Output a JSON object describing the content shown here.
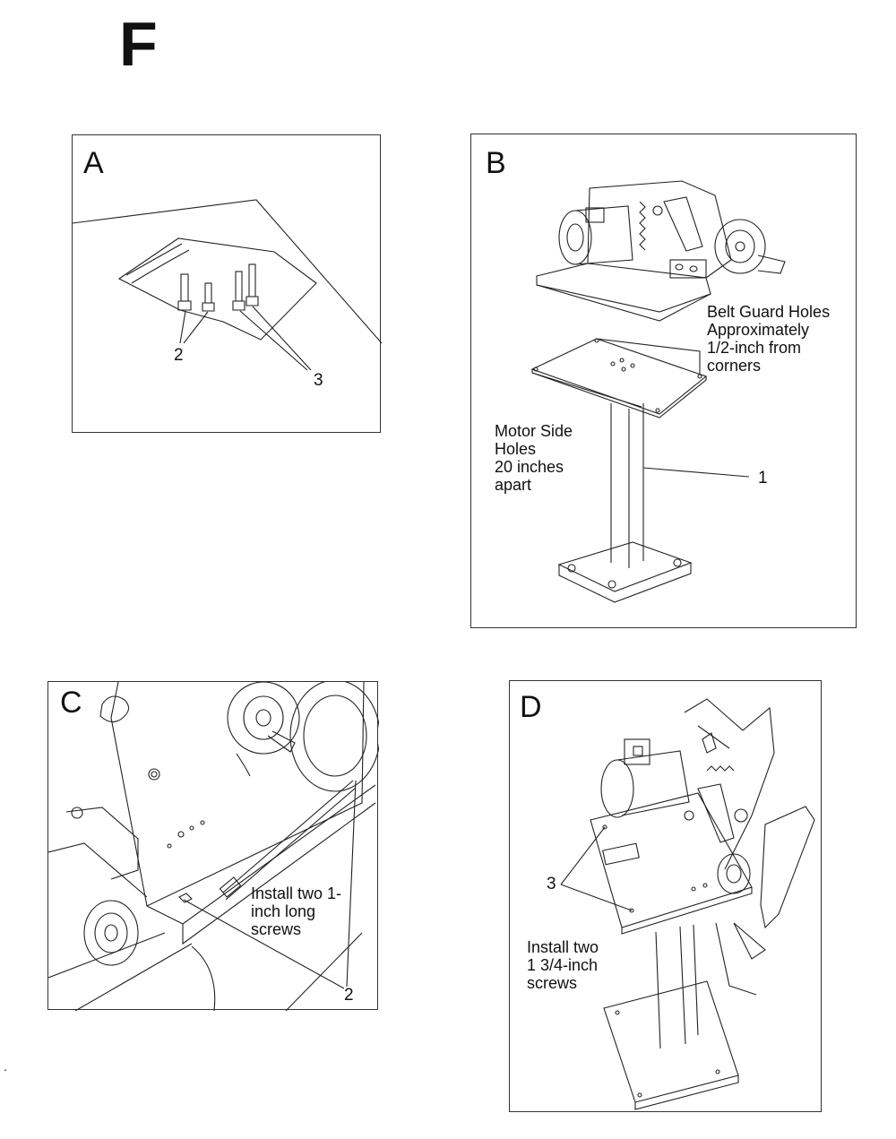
{
  "figure_letter": "F",
  "panels": {
    "a": {
      "letter": "A",
      "callouts": [
        "2",
        "3"
      ]
    },
    "b": {
      "letter": "B",
      "belt_guard_lines": [
        "Belt Guard Holes",
        "Approximately",
        "1/2-inch from",
        "corners"
      ],
      "motor_side_lines": [
        "Motor Side",
        "Holes",
        "20 inches",
        "apart"
      ],
      "callout": "1"
    },
    "c": {
      "letter": "C",
      "note_lines": [
        "Install two 1-",
        "inch long",
        "screws"
      ],
      "callout": "2"
    },
    "d": {
      "letter": "D",
      "note_lines": [
        "Install two",
        "1 3/4-inch",
        "screws"
      ],
      "callout": "3"
    }
  },
  "stray_mark": "."
}
